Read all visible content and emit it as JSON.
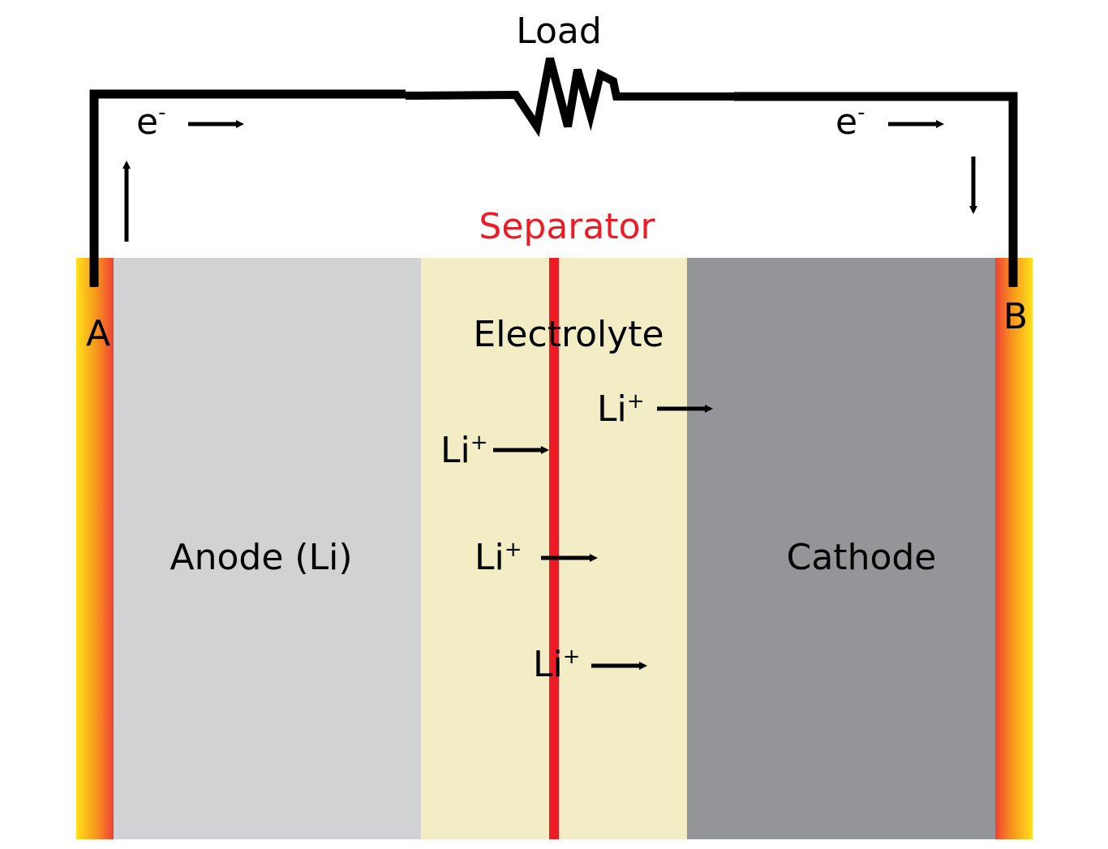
{
  "labels": {
    "load": "Load",
    "electron_left_base": "e",
    "electron_left_sup": "-",
    "electron_right_base": "e",
    "electron_right_sup": "-",
    "separator": "Separator",
    "terminal_a": "A",
    "terminal_b": "B",
    "electrolyte": "Electrolyte",
    "anode": "Anode (Li)",
    "cathode": "Cathode",
    "ions": [
      {
        "base": "Li",
        "sup": "+"
      },
      {
        "base": "Li",
        "sup": "+"
      },
      {
        "base": "Li",
        "sup": "+"
      },
      {
        "base": "Li",
        "sup": "+"
      }
    ]
  },
  "colors": {
    "anode": "#d1d2d4",
    "cathode": "#939598",
    "electrolyte": "#f3edc5",
    "separator": "#ed1c24",
    "collector_outer": "#ffe01a",
    "collector_inner": "#ef4136",
    "wire": "#000000",
    "text": "#000000"
  }
}
